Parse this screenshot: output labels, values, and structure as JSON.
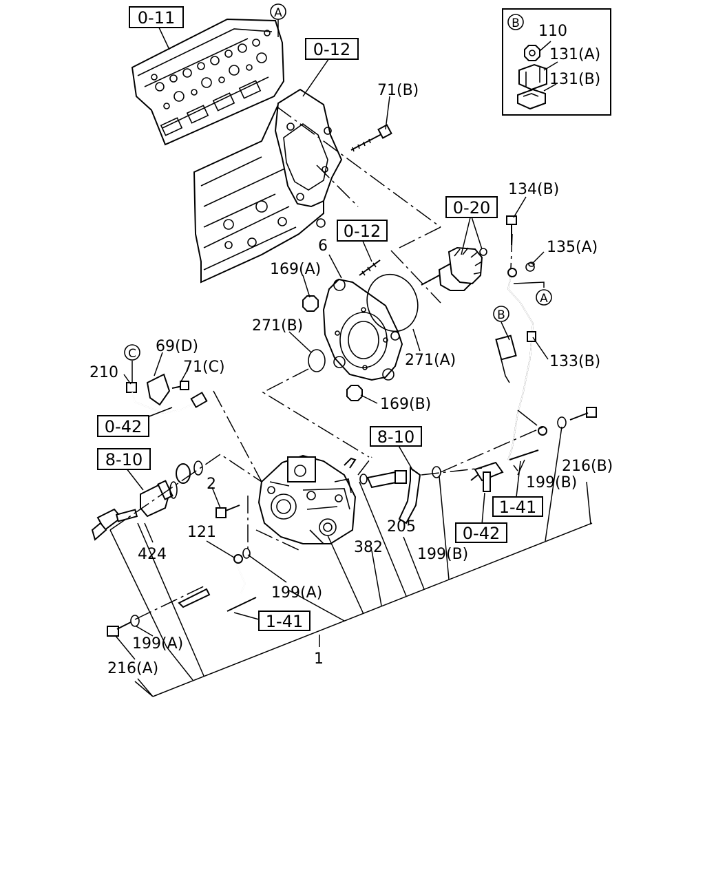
{
  "callouts": {
    "a": "A",
    "b": "B",
    "c": "C"
  },
  "refs": {
    "r0_11": "0-11",
    "r0_12a": "0-12",
    "r0_12b": "0-12",
    "r0_20": "0-20",
    "r0_42a": "0-42",
    "r0_42b": "0-42",
    "r8_10a": "8-10",
    "r8_10b": "8-10",
    "r1_41a": "1-41",
    "r1_41b": "1-41"
  },
  "parts": {
    "p1": "1",
    "p2": "2",
    "p6": "6",
    "p69d": "69(D)",
    "p71b": "71(B)",
    "p71c": "71(C)",
    "p110": "110",
    "p121": "121",
    "p131a": "131(A)",
    "p131b": "131(B)",
    "p133b": "133(B)",
    "p134b": "134(B)",
    "p135a": "135(A)",
    "p169a": "169(A)",
    "p169b": "169(B)",
    "p199a1": "199(A)",
    "p199a2": "199(A)",
    "p199b1": "199(B)",
    "p199b2": "199(B)",
    "p205": "205",
    "p210": "210",
    "p216a": "216(A)",
    "p216b": "216(B)",
    "p271a": "271(A)",
    "p271b": "271(B)",
    "p382": "382",
    "p424": "424"
  }
}
